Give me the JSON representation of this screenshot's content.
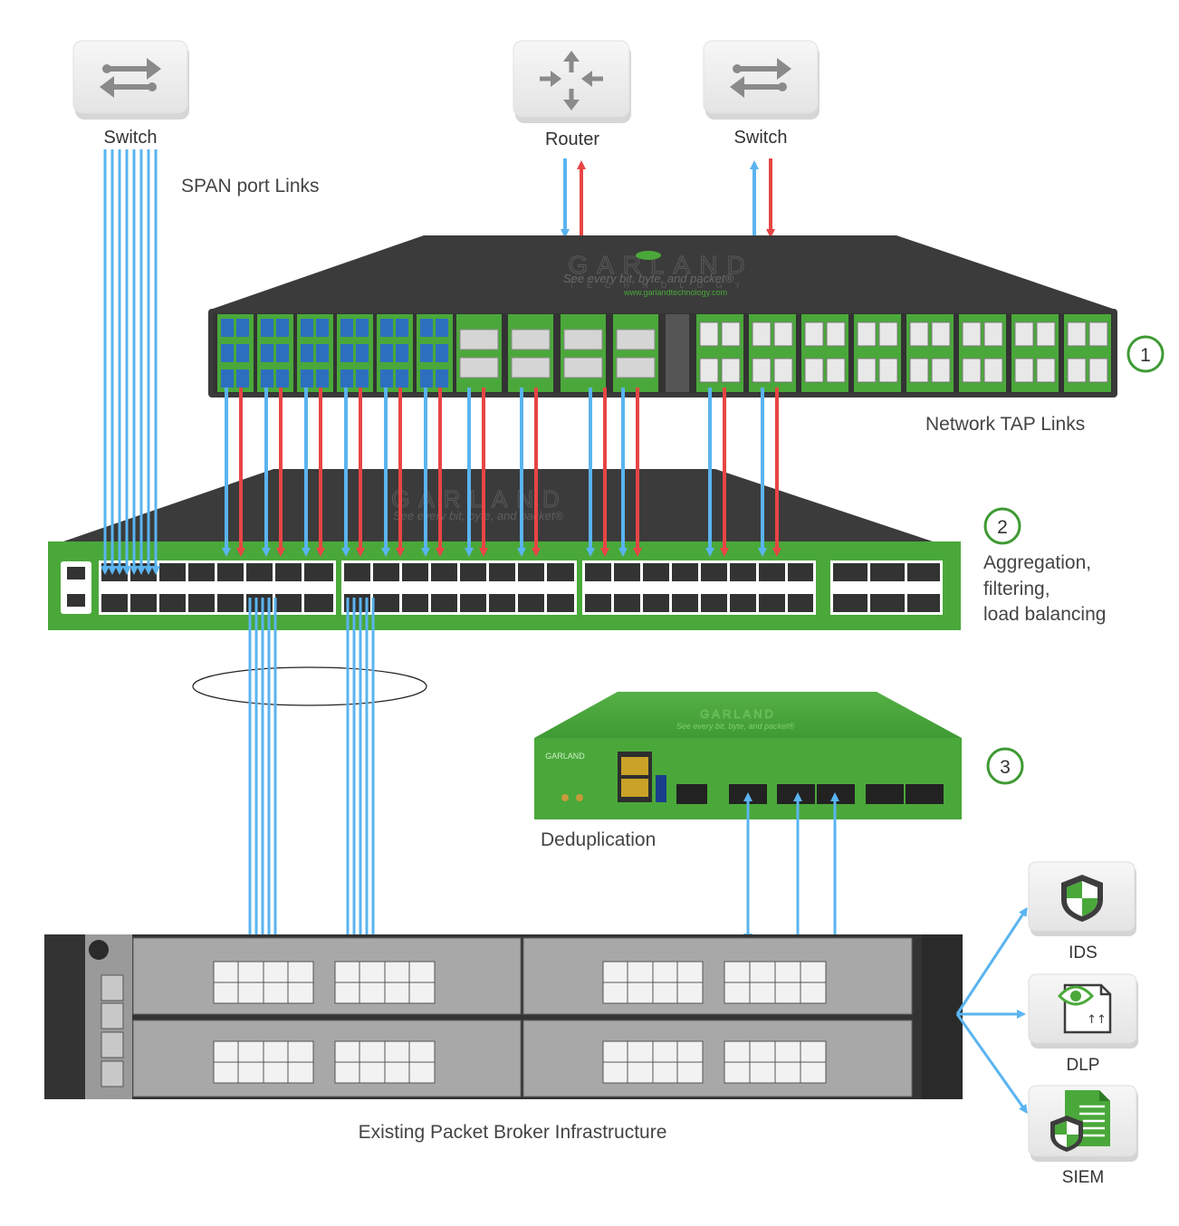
{
  "labels": {
    "switch_left": "Switch",
    "router": "Router",
    "switch_right": "Switch",
    "span_links": "SPAN port Links",
    "tap_links": "Network TAP Links",
    "aggregation": [
      "Aggregation,",
      "filtering,",
      "load balancing"
    ],
    "deduplication": "Deduplication",
    "infrastructure": "Existing Packet Broker Infrastructure",
    "ids": "IDS",
    "dlp": "DLP",
    "siem": "SIEM"
  },
  "steps": [
    "1",
    "2",
    "3"
  ],
  "brand": {
    "name": "GARLAND",
    "sub": "TECHNOLOGY",
    "tagline": "See every bit, byte, and packet®",
    "url": "www.garlandtechnology.com"
  },
  "colors": {
    "blue": "#5ab4f0",
    "red": "#e84545",
    "green": "#4aa83a",
    "step_green": "#3f9a34",
    "dark": "#333333"
  },
  "icons": {
    "switch": "switch-arrows-icon",
    "router": "router-icon",
    "ids": "shield-icon",
    "dlp": "eye-document-icon",
    "siem": "shield-document-icon"
  }
}
